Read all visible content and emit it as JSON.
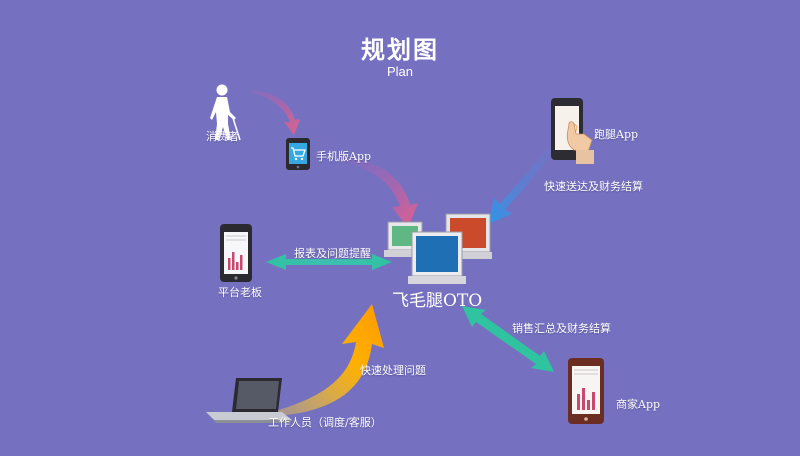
{
  "title": "规划图",
  "subtitle": "Plan",
  "center_label": "飞毛腿OTO",
  "nodes": {
    "consumer": "消费者",
    "mobile_app": "手机版App",
    "runner_app": "跑腿App",
    "boss": "平台老板",
    "merchant_app": "商家App",
    "staff": "工作人员（调度/客服）"
  },
  "arrows": {
    "delivery_settlement": "快速送达及财务结算",
    "report_issues": "报表及问题提醒",
    "sales_summary": "销售汇总及财务结算",
    "handle_issues": "快速处理问题"
  },
  "colors": {
    "background": "#7571c0",
    "pink_arrow": "#e0628a",
    "blue_arrow": "#3a8fe0",
    "teal_arrow": "#2fc3a0",
    "orange_arrow": "#ffae00"
  }
}
